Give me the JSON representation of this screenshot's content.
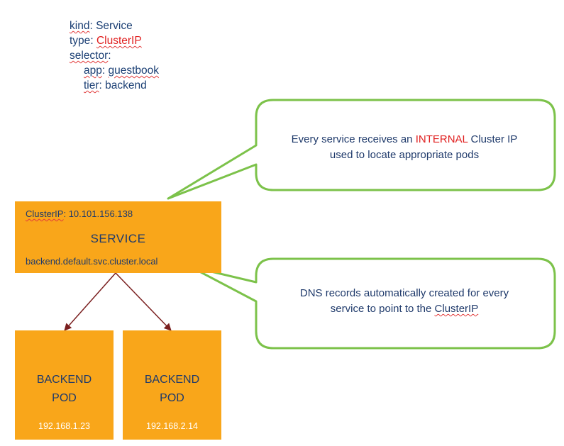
{
  "yaml": {
    "kind_key": "kind",
    "kind_value": "Service",
    "type_key": "type",
    "type_value": "ClusterIP",
    "selector_key": "selector",
    "app_key": "app",
    "app_value": "guestbook",
    "tier_key": "tier",
    "tier_value": "backend"
  },
  "service": {
    "clusterip_label": "ClusterIP",
    "clusterip_value": "10.101.156.138",
    "title": "SERVICE",
    "dns_name": "backend.default.svc.cluster.local"
  },
  "pods": [
    {
      "line1": "BACKEND",
      "line2": "POD",
      "ip": "192.168.1.23"
    },
    {
      "line1": "BACKEND",
      "line2": "POD",
      "ip": "192.168.2.14"
    }
  ],
  "callouts": {
    "internal": {
      "before": "Every service receives an ",
      "highlight": "INTERNAL",
      "after": " Cluster IP",
      "line2": "used to locate appropriate pods"
    },
    "dns": {
      "line1": "DNS records automatically created for every",
      "line2_before": "service to point to the ",
      "line2_link": "ClusterIP"
    }
  },
  "colors": {
    "box_fill": "#f9a61a",
    "callout_border": "#7cc24a",
    "arrow": "#7a1f1f",
    "highlight": "#e02020",
    "text": "#1f3a6b"
  }
}
